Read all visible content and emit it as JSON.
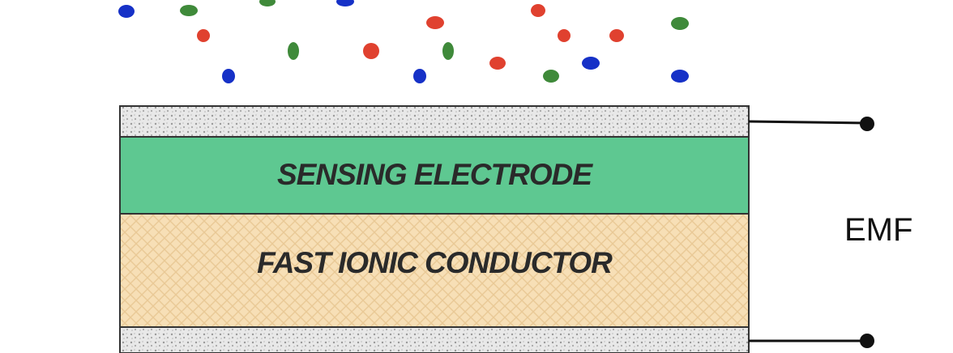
{
  "diagram": {
    "layers": {
      "sensing_electrode": "SENSING ELECTRODE",
      "fast_ionic_conductor": "FAST IONIC CONDUCTOR"
    },
    "emf_label": "EMF",
    "colors": {
      "sensing_electrode": "#5ec891",
      "fast_ionic_conductor": "#f7dfb6",
      "electrode_contact": "#e6e6e6",
      "particle_blue": "#1631c7",
      "particle_red": "#e0412f",
      "particle_green": "#3f8a3a",
      "wire": "#111111"
    }
  }
}
